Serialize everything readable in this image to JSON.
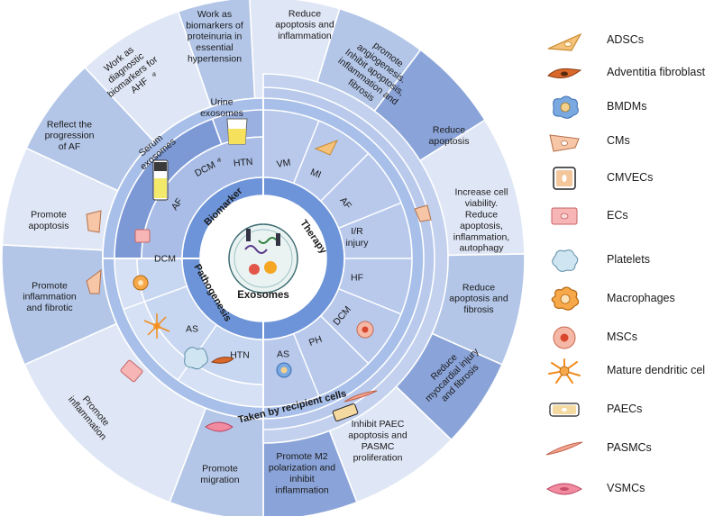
{
  "center": {
    "label": "Exosomes"
  },
  "ring_labels": {
    "biomarker": "Biomarker",
    "therapy": "Therapy",
    "pathogenesis": "Pathogenesis",
    "taken": "Taken by recipient cells"
  },
  "biomarker": {
    "serum": [
      "Serum",
      "exosomes"
    ],
    "urine": [
      "Urine",
      "exosomes"
    ],
    "diseases": [
      "AF",
      "DCM",
      "HTN"
    ],
    "dcm_superscript": "a"
  },
  "therapy": {
    "diseases": [
      "VM",
      "MI",
      "AF",
      "I/R injury",
      "HF",
      "DCM",
      "PH",
      "AS"
    ]
  },
  "pathogenesis": {
    "diseases": [
      "DCM",
      "AS",
      "HTN"
    ]
  },
  "outer_text": {
    "t1": [
      "Work as",
      "biomarkers of",
      "proteinuria in",
      "essential",
      "hypertension"
    ],
    "t2": [
      "Reduce",
      "apoptosis and",
      "inflammation"
    ],
    "t3": [
      "promote",
      "angiogenesis.",
      "Inhibit apoptosis,",
      "inflammation and",
      "fibrosis"
    ],
    "t4": [
      "Reduce",
      "apoptosis"
    ],
    "t5": [
      "Increase cell",
      "viability.",
      "Reduce",
      "apoptosis,",
      "inflammation,",
      "autophagy"
    ],
    "t6": [
      "Reduce",
      "apoptosis and",
      "fibrosis"
    ],
    "t7": [
      "Reduce",
      "myocardial injury",
      "and fibrosis"
    ],
    "t8": [
      "Inhibit PAEC",
      "apoptosis and",
      "PASMC",
      "proliferation"
    ],
    "t9": [
      "Promote M2",
      "polarization and",
      "inhibit",
      "inflammation"
    ],
    "t10": [
      "Promote",
      "migration"
    ],
    "t11": [
      "Promote",
      "inflammation"
    ],
    "t12": [
      "Promote",
      "inflammation",
      "and fibrotic"
    ],
    "t13": [
      "Promote",
      "apoptosis"
    ],
    "t14": [
      "Reflect the",
      "progression",
      "of AF"
    ],
    "t15": [
      "Work as",
      "diagnostic",
      "biomarkers for",
      "AHF"
    ],
    "ahf_superscript": "a"
  },
  "legend": [
    {
      "label": "ADSCs",
      "icon": "adsc-cell-icon"
    },
    {
      "label": "Adventitia fibroblasts",
      "icon": "adventitia-fibroblast-icon"
    },
    {
      "label": "BMDMs",
      "icon": "bmdm-cell-icon"
    },
    {
      "label": "CMs",
      "icon": "cardiomyocyte-icon"
    },
    {
      "label": "CMVECs",
      "icon": "cmvec-cell-icon"
    },
    {
      "label": "ECs",
      "icon": "endothelial-cell-icon"
    },
    {
      "label": "Platelets",
      "icon": "platelet-icon"
    },
    {
      "label": "Macrophages",
      "icon": "macrophage-icon"
    },
    {
      "label": "MSCs",
      "icon": "msc-cell-icon"
    },
    {
      "label": "Mature dendritic cells",
      "icon": "dendritic-cell-icon"
    },
    {
      "label": "PAECs",
      "icon": "paec-cell-icon"
    },
    {
      "label": "PASMCs",
      "icon": "pasmc-cell-icon"
    },
    {
      "label": "VSMCs",
      "icon": "vsmc-cell-icon"
    }
  ],
  "colors": {
    "outer_light": "#dfe6f5",
    "outer_mid": "#b3c6e8",
    "outer_dark": "#8aa3d8",
    "biomarker_fill": "#8ea7dc",
    "therapy_fill": "#c3d1ee",
    "taken_band": "#a8bfe9",
    "pathogenesis_fill": "#c7d6f1",
    "pathogenesis_band": "#7ea1dd"
  }
}
